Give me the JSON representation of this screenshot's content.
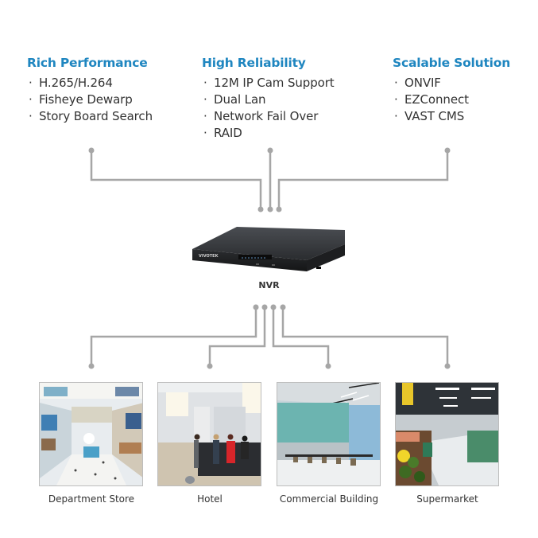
{
  "features": [
    {
      "title": "Rich Performance",
      "items": [
        "H.265/H.264",
        "Fisheye Dewarp",
        "Story Board Search"
      ]
    },
    {
      "title": "High Reliability",
      "items": [
        "12M IP Cam Support",
        "Dual Lan",
        "Network Fail Over",
        "RAID"
      ]
    },
    {
      "title": "Scalable Solution",
      "items": [
        "ONVIF",
        "EZConnect",
        "VAST CMS"
      ]
    }
  ],
  "bullet": "·",
  "device": {
    "label": "NVR",
    "brand": "VIVOTEK"
  },
  "applications": [
    {
      "label": "Department Store"
    },
    {
      "label": "Hotel"
    },
    {
      "label": "Commercial Building"
    },
    {
      "label": "Supermarket"
    }
  ],
  "colors": {
    "heading": "#1f86c0",
    "connector": "#a6a6a6",
    "text": "#333333"
  }
}
